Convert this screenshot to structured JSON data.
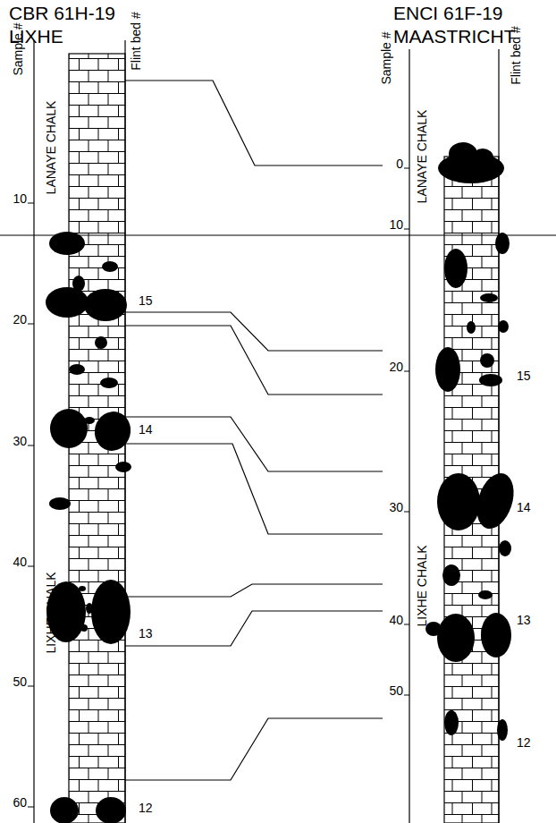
{
  "diagram": {
    "nodes": [
      {
        "text": [
          "CBR 61H-19 LIXHE"
        ]
      },
      {
        "text": [
          "ENCI 61F-19 MAASTRICHT"
        ]
      }
    ],
    "edges": [
      {
        "from": 0,
        "to": 1,
        "arrow": "none"
      },
      {
        "from": 0,
        "to": 1,
        "arrow": "none"
      },
      {
        "from": 0,
        "to": 1,
        "arrow": "none"
      },
      {
        "from": 0,
        "to": 1,
        "arrow": "none"
      },
      {
        "from": 0,
        "to": 1,
        "arrow": "none"
      },
      {
        "from": 0,
        "to": 1,
        "arrow": "none"
      },
      {
        "from": 0,
        "to": 1,
        "arrow": "none"
      },
      {
        "from": 0,
        "to": 1,
        "arrow": "none"
      }
    ],
    "labels": [
      "Sample #",
      "LANAYE CHALK",
      "Flint bed #",
      "10",
      "20",
      "30",
      "40",
      "50",
      "60",
      "LIXHE CHALK",
      "15",
      "14",
      "13",
      "12",
      "Sample #",
      "LANAYE CHALK",
      "Flint bed #",
      "0",
      "10",
      "20",
      "30",
      "40",
      "50",
      "LIXHE CHALK",
      "15",
      "14",
      "13",
      "12"
    ]
  }
}
